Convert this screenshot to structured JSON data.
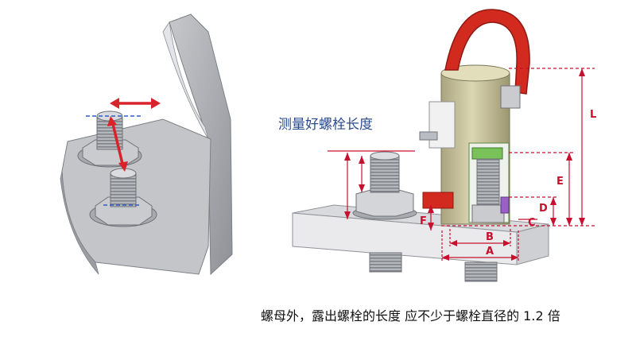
{
  "notes": {
    "measure_label": "测量好螺栓长度",
    "rule_text": "螺母外，露出螺栓的长度 应不少于螺栓直径的 1.2 倍"
  },
  "dimensions": {
    "L": "L",
    "E": "E",
    "D": "D",
    "C": "C",
    "B": "B",
    "A": "A",
    "F": "F"
  },
  "colors": {
    "dimension": "#c8102e",
    "steel": "#b9bcc2",
    "tool_body": "#c9c4a0",
    "handle": "#d22a1f",
    "note_blue": "#2b4b8f"
  }
}
